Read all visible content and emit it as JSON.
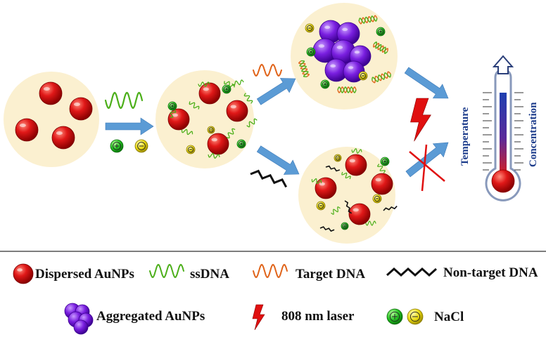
{
  "diagram": {
    "right_labels": {
      "temperature": "Temperature",
      "concentration": "Concentration"
    }
  },
  "legend": {
    "dispersed_aunps": "Dispersed AuNPs",
    "ssdna": "ssDNA",
    "target_dna": "Target DNA",
    "non_target_dna": "Non-target DNA",
    "aggregated_aunps": "Aggregated AuNPs",
    "laser": "808 nm laser",
    "nacl": "NaCl"
  },
  "colors": {
    "circle_bg": "#fbf0d0",
    "au_np": "#d81414",
    "aggregated": "#7a1fe0",
    "ssdna": "#4caf1a",
    "target_dna": "#e0641a",
    "non_target": "#111111",
    "arrow": "#5b9bd5",
    "laser": "#e01010",
    "cation": "#22c020",
    "anion": "#e8d810",
    "thermo_outline": "#8899bb",
    "label_blue": "#1a3a8a"
  },
  "icons": {
    "thermometer": "thermometer-icon",
    "laser": "lightning-bolt-icon",
    "cross": "red-x-icon"
  }
}
